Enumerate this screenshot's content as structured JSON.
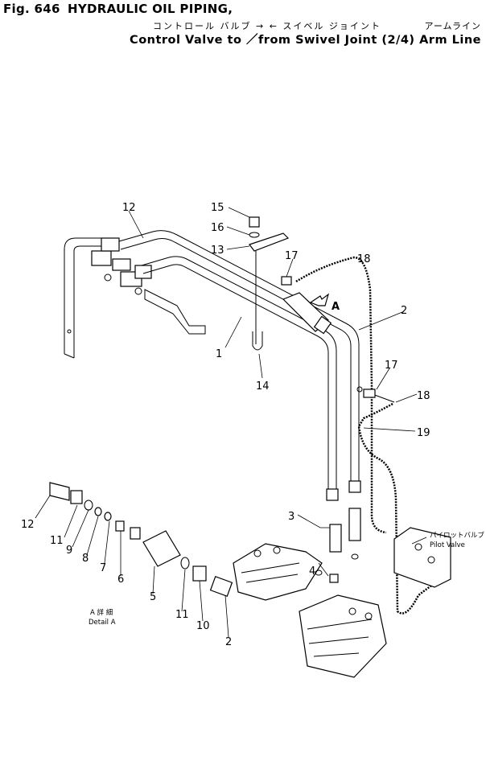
{
  "header": {
    "fig_number": "Fig. 646",
    "title": "HYDRAULIC OIL PIPING,",
    "subtitle_jp": "コントロール バルブ → ← スイベル ジョイント",
    "subtitle_jp_right": "アームライン",
    "subtitle_en": "Control Valve to ／from Swivel Joint (2/4) Arm Line"
  },
  "callouts": {
    "c1": "1",
    "c2a": "2",
    "c2b": "2",
    "c3": "3",
    "c4": "4",
    "c5": "5",
    "c6": "6",
    "c7": "7",
    "c8": "8",
    "c9": "9",
    "c10": "10",
    "c11a": "11",
    "c11b": "11",
    "c12a": "12",
    "c12b": "12",
    "c13": "13",
    "c14": "14",
    "c15": "15",
    "c16": "16",
    "c17a": "17",
    "c17b": "17",
    "c18a": "18",
    "c18b": "18",
    "c19": "19"
  },
  "labels": {
    "view_letter": "A",
    "detail_jp": "A 詳 細",
    "detail_en": "Detail A",
    "pilot_jp": "パイロットバルブ",
    "pilot_en": "Pilot Valve"
  }
}
